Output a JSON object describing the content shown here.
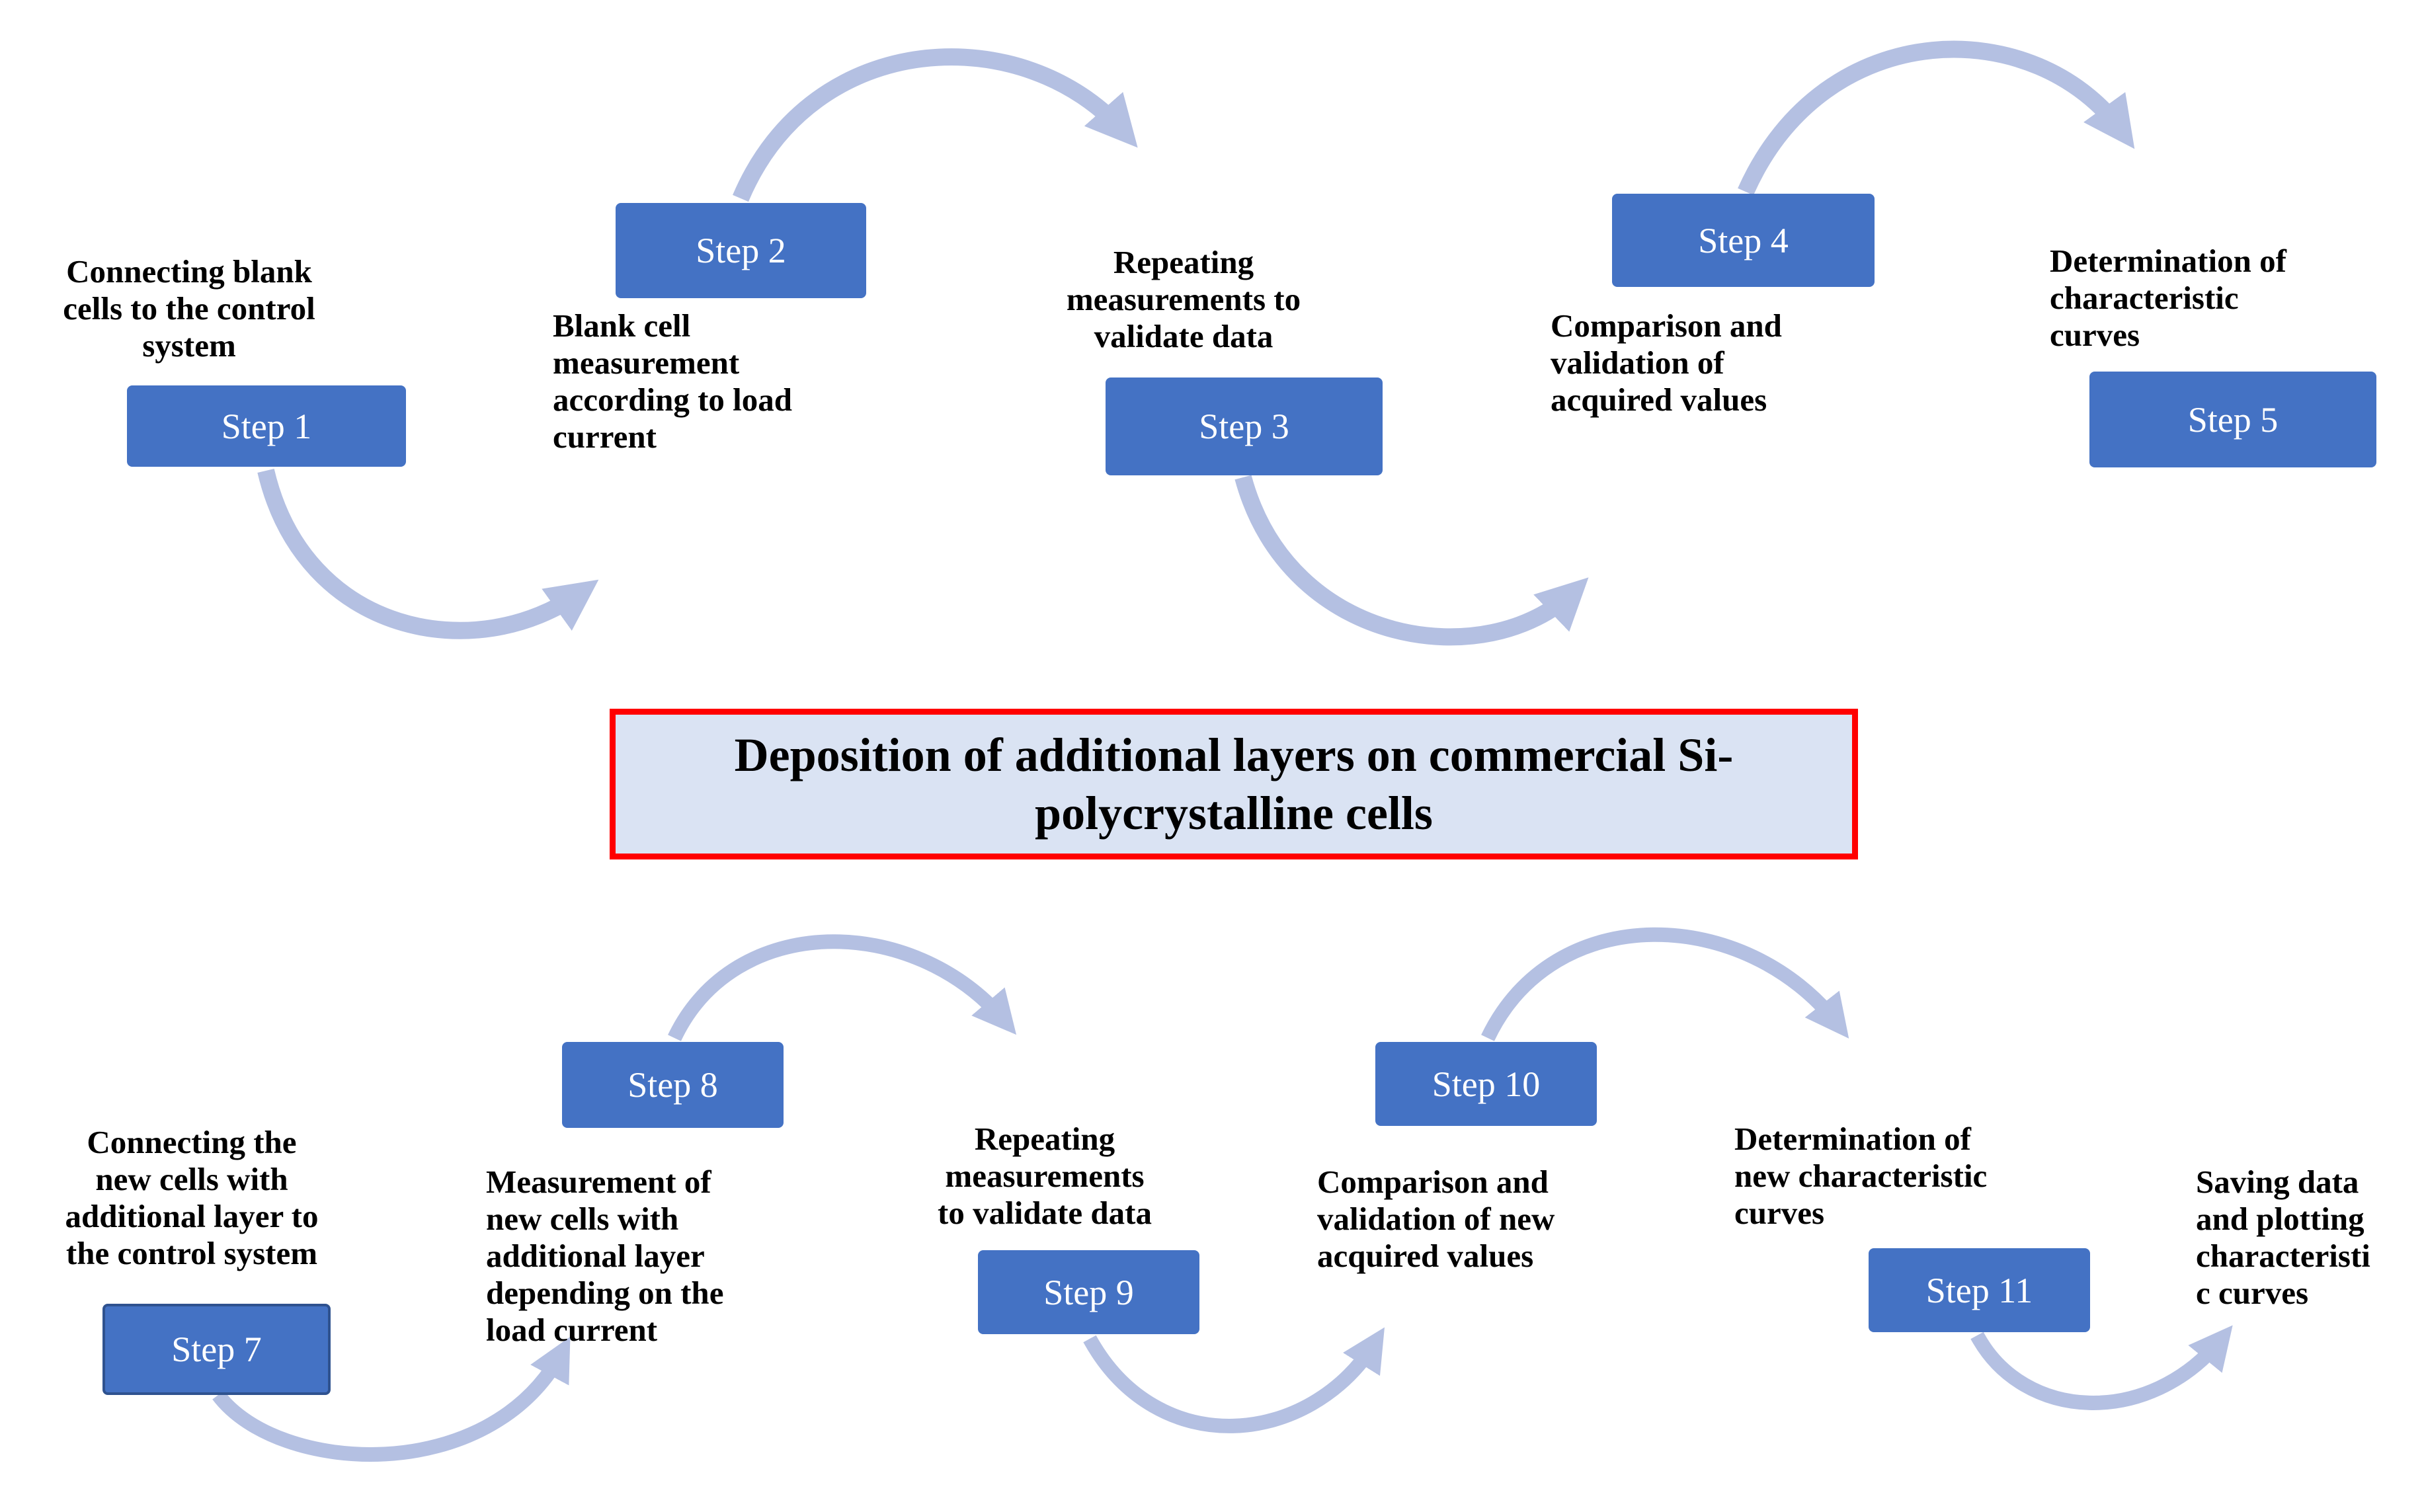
{
  "title": "Deposition of additional layers on commercial Si-\npolycrystalline cells",
  "colors": {
    "step_fill": "#4472C4",
    "arrow": "#B4C0E2",
    "title_border": "#FF0000",
    "title_fill": "#DAE3F3"
  },
  "steps": [
    {
      "id": "step-1",
      "label": "Step 1",
      "description": "Connecting blank\ncells to the control\nsystem"
    },
    {
      "id": "step-2",
      "label": "Step 2",
      "description": "Blank cell\nmeasurement\naccording to load\ncurrent"
    },
    {
      "id": "step-3",
      "label": "Step 3",
      "description": "Repeating\nmeasurements to\nvalidate data"
    },
    {
      "id": "step-4",
      "label": "Step 4",
      "description": "Comparison and\nvalidation of\nacquired values"
    },
    {
      "id": "step-5",
      "label": "Step 5",
      "description": "Determination of\ncharacteristic\ncurves"
    },
    {
      "id": "step-7",
      "label": "Step 7",
      "description": "Connecting the\nnew cells with\nadditional layer to\nthe control system"
    },
    {
      "id": "step-8",
      "label": "Step 8",
      "description": "Measurement of\nnew cells with\nadditional layer\ndepending on the\nload current"
    },
    {
      "id": "step-9",
      "label": "Step 9",
      "description": "Repeating\nmeasurements\nto validate data"
    },
    {
      "id": "step-10",
      "label": "Step 10",
      "description": "Comparison and\nvalidation of new\nacquired values"
    },
    {
      "id": "step-11",
      "label": "Step 11",
      "description": "Determination of\nnew characteristic\ncurves"
    }
  ],
  "final_note": "Saving data\nand plotting\ncharacteristi\nc curves"
}
